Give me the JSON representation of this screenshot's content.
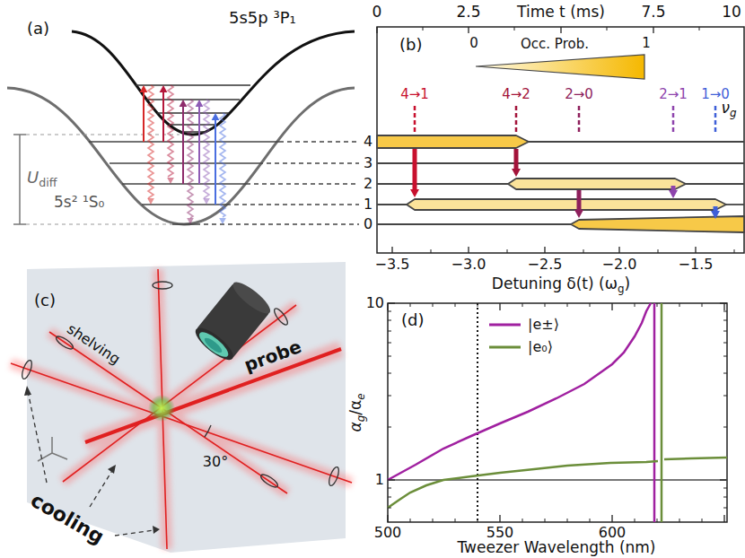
{
  "diagram": {
    "labels": [
      "(a)",
      "5s5p ³P₁",
      "U",
      "diff",
      "5s² ¹S₀",
      "(b)",
      "Time t (ms)",
      "0",
      "2.5",
      "7.5",
      "10",
      "0",
      "Occ. Prob.",
      "1",
      "ν",
      "g",
      "4→1",
      "4→2",
      "2→0",
      "2→1",
      "1→0",
      "4",
      "3",
      "2",
      "1",
      "0",
      "−3.5",
      "−3.0",
      "−2.5",
      "−2.0",
      "−1.5",
      "Detuning δ(t) (ω",
      "g",
      ")",
      "(c)",
      "shelving",
      "probe",
      "30°",
      "cooling",
      "(d)",
      "10",
      "1",
      "α",
      "g",
      "/α",
      "e",
      "500",
      "550",
      "600",
      "Tweezer Wavelength (nm)"
    ],
    "legend": [
      {
        "text": "|e±⟩"
      },
      {
        "text": "|e₀⟩"
      }
    ]
  }
}
